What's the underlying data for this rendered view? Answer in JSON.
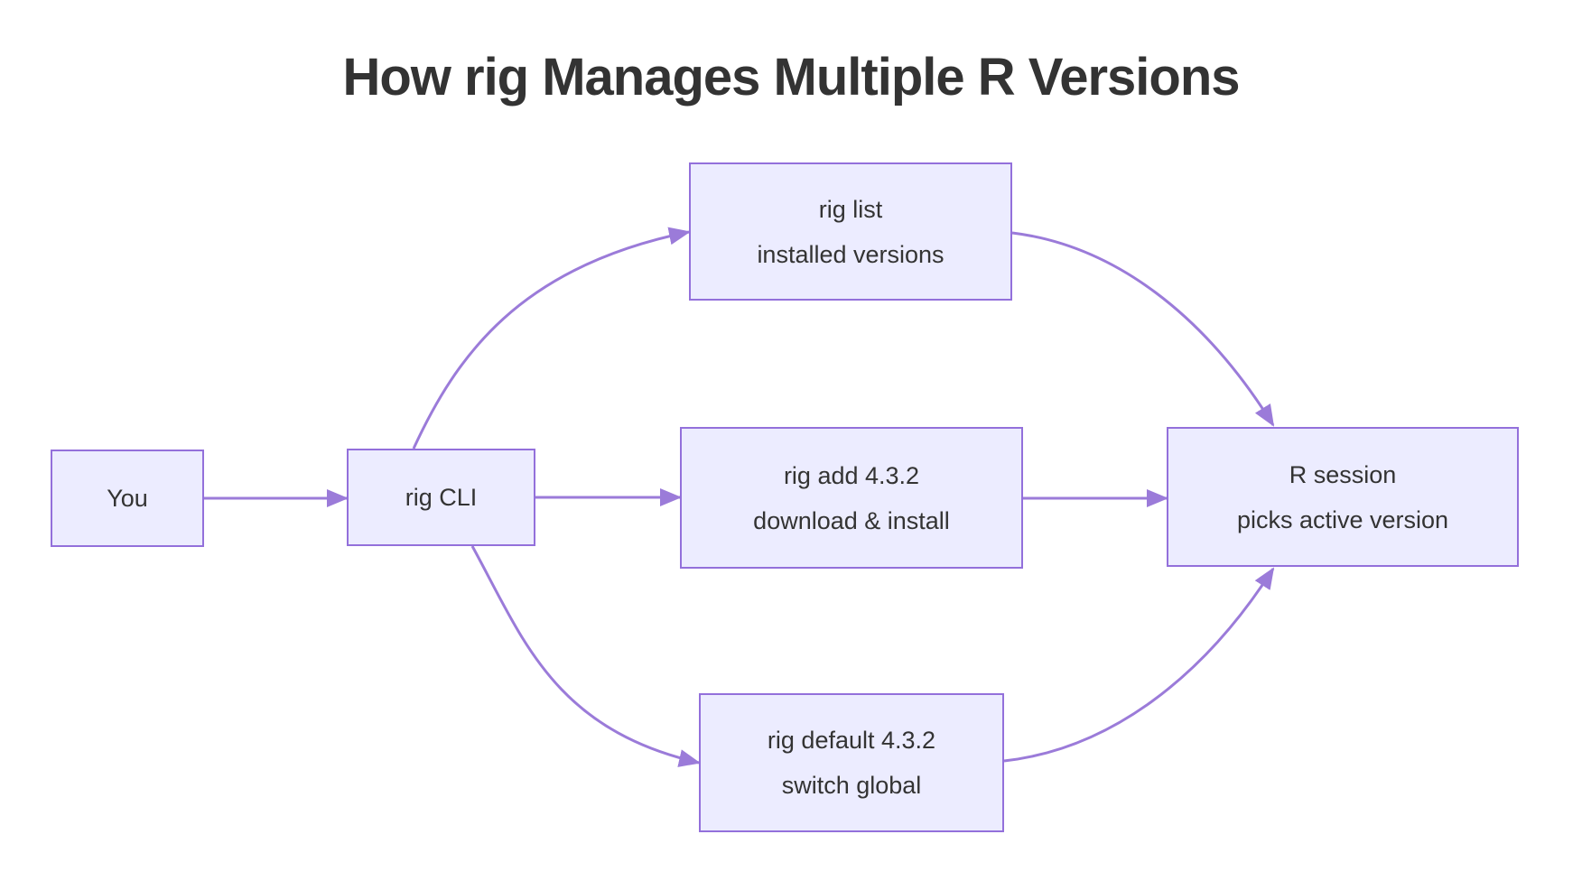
{
  "title": "How rig Manages Multiple R Versions",
  "diagram": {
    "nodes": {
      "you": {
        "label": "You"
      },
      "rig_cli": {
        "label": "rig CLI"
      },
      "rig_list": {
        "line1": "rig list",
        "line2": "installed versions"
      },
      "rig_add": {
        "line1": "rig add 4.3.2",
        "line2": "download & install"
      },
      "rig_default": {
        "line1": "rig default 4.3.2",
        "line2": "switch global"
      },
      "r_session": {
        "line1": "R session",
        "line2": "picks active version"
      }
    },
    "edges": [
      {
        "from": "You",
        "to": "rig CLI"
      },
      {
        "from": "rig CLI",
        "to": "rig list"
      },
      {
        "from": "rig CLI",
        "to": "rig add 4.3.2"
      },
      {
        "from": "rig CLI",
        "to": "rig default 4.3.2"
      },
      {
        "from": "rig list",
        "to": "R session"
      },
      {
        "from": "rig add 4.3.2",
        "to": "R session"
      },
      {
        "from": "rig default 4.3.2",
        "to": "R session"
      }
    ]
  },
  "colors": {
    "background": "#FFFFFF",
    "node_fill": "#ECECFF",
    "node_border": "#9370DB",
    "edge_color": "#9B7BD9",
    "text_color": "#333333",
    "title_color": "#333333"
  }
}
